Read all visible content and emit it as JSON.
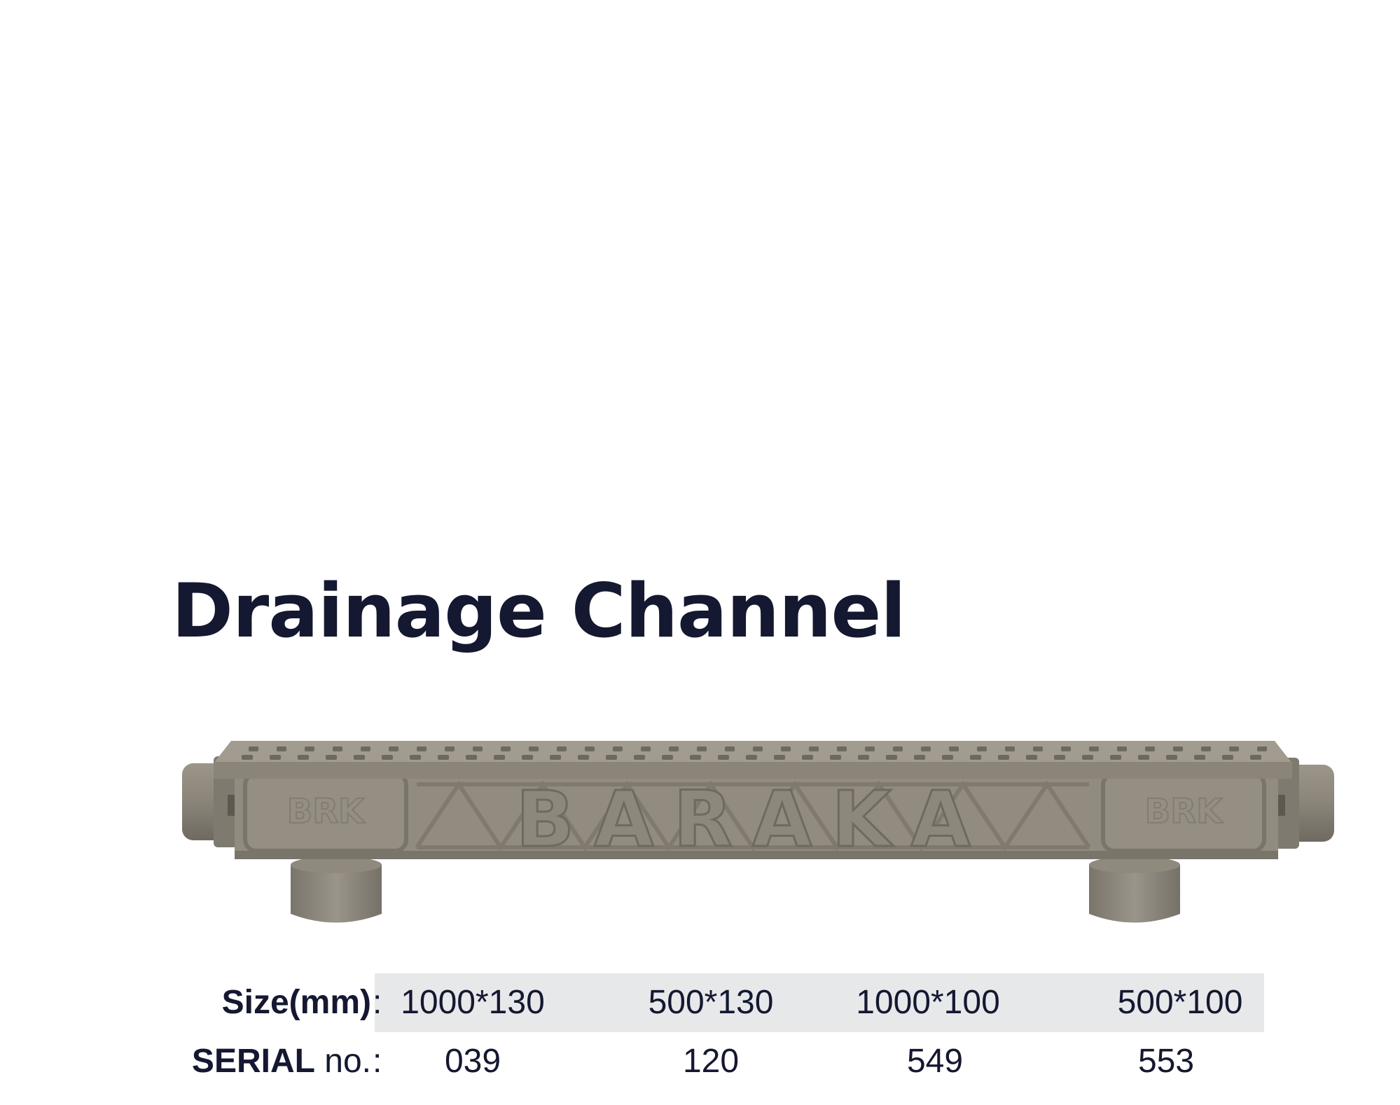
{
  "title": "Drainage Channel",
  "product": {
    "logo_text": "BARAKA",
    "end_label": "BRK"
  },
  "specs": {
    "size_label_bold": "Size(mm)",
    "size_colon": ":",
    "sizes": [
      "1000*130",
      "500*130",
      "1000*100",
      "500*100"
    ],
    "serial_label_bold": "SERIAL",
    "serial_label_rest": " no.",
    "serial_colon": ":",
    "serials": [
      "039",
      "120",
      "549",
      "553"
    ]
  },
  "colors": {
    "title": "#141830",
    "product_gray": "#8a8479",
    "table_band": "#e7e8ea"
  }
}
